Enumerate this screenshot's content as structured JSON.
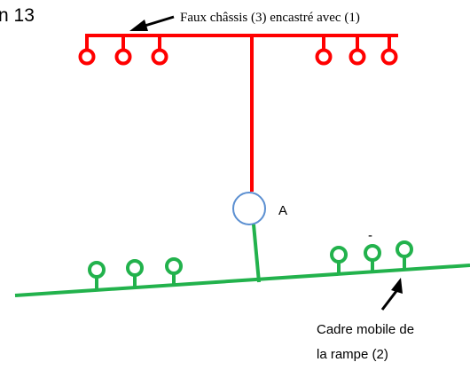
{
  "figure": {
    "heading": "n 13",
    "top_label": "Faux châssis (3) encastré avec (1)",
    "joint_label": "A",
    "bottom_label_line1": "Cadre mobile de",
    "bottom_label_line2": "la rampe (2)",
    "dash_mark": "-"
  },
  "colors": {
    "upper_frame": "#ff0000",
    "lower_frame": "#22b24c",
    "joint": "#5b8fd1",
    "arrow": "#000000"
  }
}
